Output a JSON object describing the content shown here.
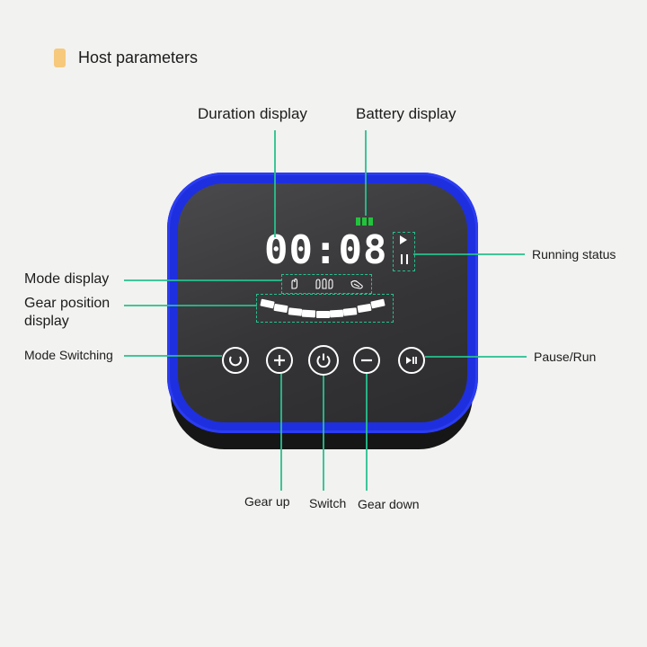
{
  "header": {
    "title": "Host parameters",
    "badge_color": "#f6c97d"
  },
  "device": {
    "body_color": "#1e2fe0",
    "screen_color": "#353537",
    "time_display": "00:08",
    "battery_bars": 3,
    "battery_color": "#22c33c",
    "gear_segments": 9
  },
  "labels": {
    "duration_display": "Duration display",
    "battery_display": "Battery display",
    "running_status": "Running status",
    "mode_display": "Mode display",
    "gear_position_line1": "Gear position",
    "gear_position_line2": "display",
    "mode_switching": "Mode Switching",
    "pause_run": "Pause/Run",
    "gear_up": "Gear up",
    "switch": "Switch",
    "gear_down": "Gear down"
  },
  "icons": {
    "mode_1": "hand-icon",
    "mode_2": "two-hands-icon",
    "mode_3": "kneading-icon",
    "button_mode": "cycle-icon",
    "button_gear_up": "plus-icon",
    "button_power": "power-icon",
    "button_gear_down": "minus-icon",
    "button_pause_run": "play-pause-icon"
  },
  "line_color": "#27c08e"
}
